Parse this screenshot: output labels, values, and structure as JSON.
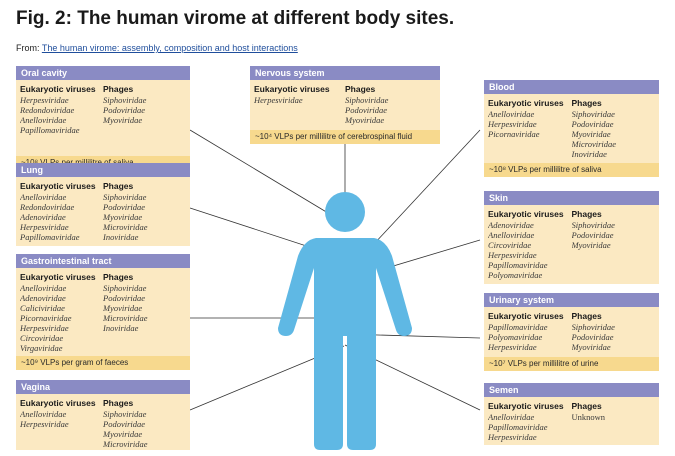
{
  "title": "Fig. 2: The human virome at different body sites.",
  "source_prefix": "From: ",
  "source_link": "The human virome: assembly, composition and host interactions",
  "colors": {
    "header": "#8a8bc4",
    "body": "#fbe9c2",
    "footer": "#f7d98e",
    "figure": "#5fb8e4"
  },
  "panels": [
    {
      "name": "Oral cavity",
      "euk_title": "Eukaryotic viruses",
      "euk": [
        "Herpesviridae",
        "Redondoviridae",
        "Anelloviridae",
        "Papillomaviridae"
      ],
      "ph_title": "Phages",
      "ph": [
        "Siphoviridae",
        "Podoviridae",
        "Myoviridae"
      ],
      "footer": "~10⁸ VLPs per millilitre of saliva"
    },
    {
      "name": "Lung",
      "euk_title": "Eukaryotic viruses",
      "euk": [
        "Anelloviridae",
        "Redondoviridae",
        "Adenoviridae",
        "Herpesviridae",
        "Papillomaviridae"
      ],
      "ph_title": "Phages",
      "ph": [
        "Siphoviridae",
        "Podoviridae",
        "Myoviridae",
        "Microviridae",
        "Inoviridae"
      ],
      "footer": ""
    },
    {
      "name": "Gastrointestinal tract",
      "euk_title": "Eukaryotic viruses",
      "euk": [
        "Anelloviridae",
        "Adenoviridae",
        "Caliciviridae",
        "Picornaviridae",
        "Herpesviridae",
        "Circoviridae",
        "Virgaviridae"
      ],
      "ph_title": "Phages",
      "ph": [
        "Siphoviridae",
        "Podoviridae",
        "Myoviridae",
        "Microviridae",
        "Inoviridae"
      ],
      "footer": "~10⁹ VLPs per gram of faeces"
    },
    {
      "name": "Vagina",
      "euk_title": "Eukaryotic viruses",
      "euk": [
        "Anelloviridae",
        "Herpesviridae"
      ],
      "ph_title": "Phages",
      "ph": [
        "Siphoviridae",
        "Podoviridae",
        "Myoviridae",
        "Microviridae"
      ],
      "footer": ""
    },
    {
      "name": "Nervous system",
      "euk_title": "Eukaryotic viruses",
      "euk": [
        "Herpesviridae"
      ],
      "ph_title": "Phages",
      "ph": [
        "Siphoviridae",
        "Podoviridae",
        "Myoviridae"
      ],
      "footer": "~10⁴ VLPs per millilitre of cerebrospinal fluid"
    },
    {
      "name": "Blood",
      "euk_title": "Eukaryotic viruses",
      "euk": [
        "Anelloviridae",
        "Herpesviridae",
        "Picornaviridae"
      ],
      "ph_title": "Phages",
      "ph": [
        "Siphoviridae",
        "Podoviridae",
        "Myoviridae",
        "Microviridae",
        "Inoviridae"
      ],
      "footer": "~10⁸ VLPs per millilitre of saliva"
    },
    {
      "name": "Skin",
      "euk_title": "Eukaryotic viruses",
      "euk": [
        "Adenoviridae",
        "Anelloviridae",
        "Circoviridae",
        "Herpesviridae",
        "Papillomaviridae",
        "Polyomaviridae"
      ],
      "ph_title": "Phages",
      "ph": [
        "Siphoviridae",
        "Podoviridae",
        "Myoviridae"
      ],
      "footer": ""
    },
    {
      "name": "Urinary system",
      "euk_title": "Eukaryotic viruses",
      "euk": [
        "Papillomaviridae",
        "Polyomaviridae",
        "Herpesviridae"
      ],
      "ph_title": "Phages",
      "ph": [
        "Siphoviridae",
        "Podoviridae",
        "Myoviridae"
      ],
      "footer": "~10⁷ VLPs per millilitre of urine"
    },
    {
      "name": "Semen",
      "euk_title": "Eukaryotic viruses",
      "euk": [
        "Anelloviridae",
        "Papillomaviridae",
        "Herpesviridae"
      ],
      "ph_title": "Phages",
      "ph": [
        "Unknown"
      ],
      "footer": ""
    }
  ]
}
